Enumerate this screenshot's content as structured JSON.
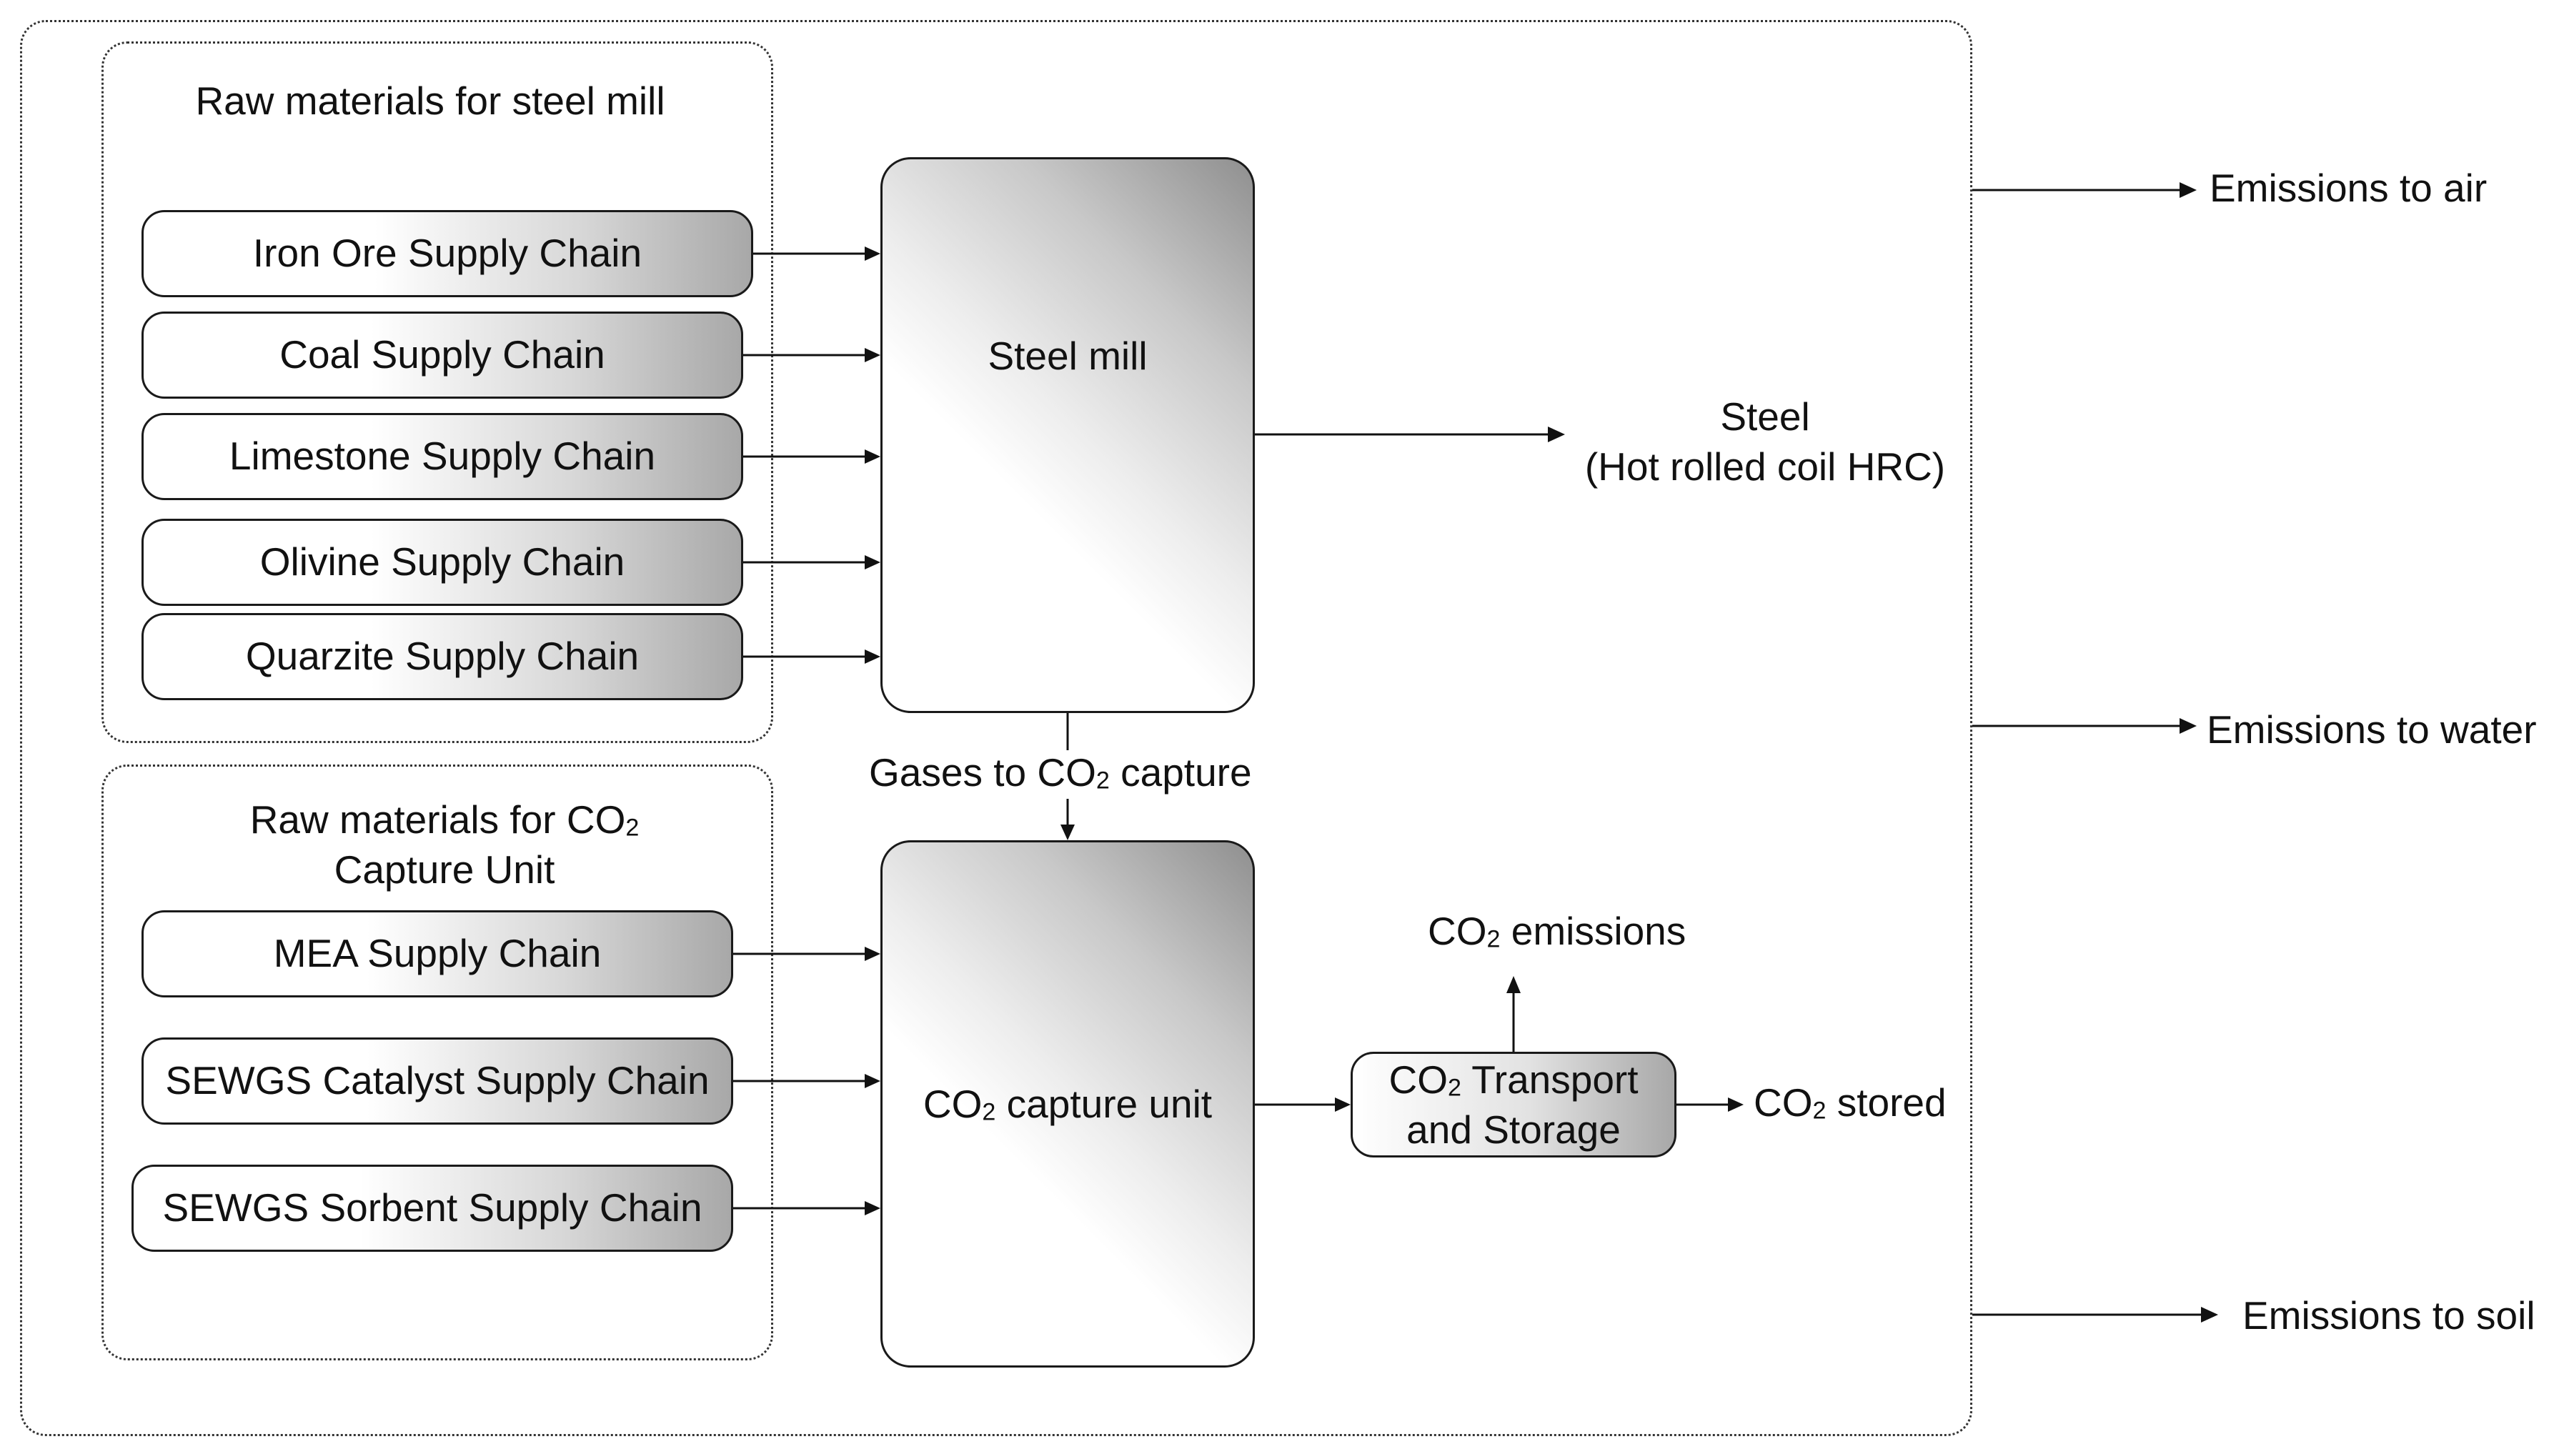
{
  "groups": {
    "steel_raw_title": "Raw materials for steel mill",
    "capture_raw_title_line1": "Raw materials for CO",
    "capture_raw_title_line2": "Capture Unit"
  },
  "supply_chains_steel": [
    "Iron Ore Supply Chain",
    "Coal Supply Chain",
    "Limestone Supply Chain",
    "Olivine Supply Chain",
    "Quarzite Supply Chain"
  ],
  "supply_chains_capture": [
    "MEA Supply Chain",
    "SEWGS Catalyst Supply Chain",
    "SEWGS Sorbent Supply Chain"
  ],
  "processes": {
    "steel_mill": "Steel mill",
    "capture_unit_a": "CO",
    "capture_unit_b": " capture unit",
    "transport_a": "CO",
    "transport_b": " Transport",
    "transport_line2": "and Storage"
  },
  "flows": {
    "gases_a": "Gases to CO",
    "gases_b": " capture",
    "steel_line1": "Steel",
    "steel_line2": "(Hot rolled coil HRC)",
    "co2_emissions_a": "CO",
    "co2_emissions_b": " emissions",
    "co2_stored_a": "CO",
    "co2_stored_b": " stored",
    "subscript_two": "2"
  },
  "emissions": {
    "air": "Emissions to air",
    "water": "Emissions to water",
    "soil": "Emissions to soil"
  }
}
